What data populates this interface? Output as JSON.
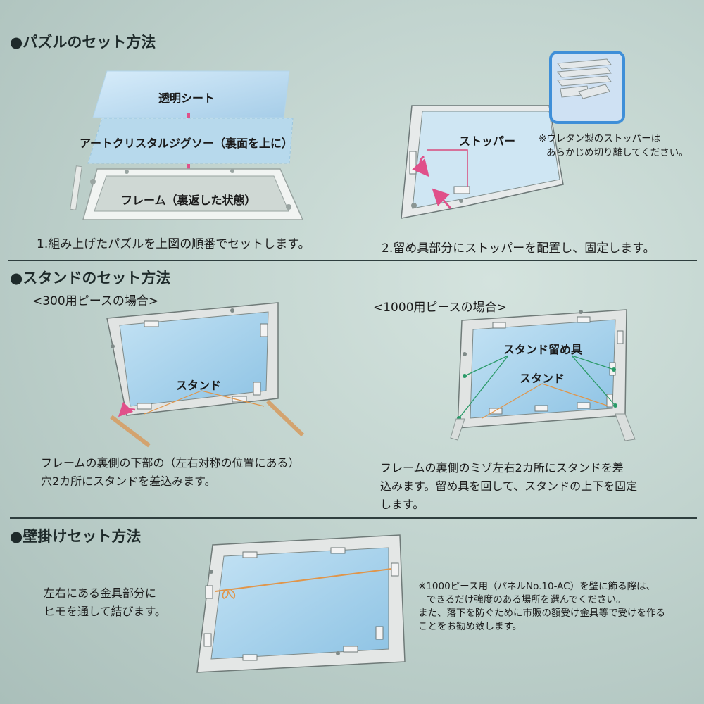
{
  "section1": {
    "title": "●パズルのセット方法",
    "layer_sheet": "透明シート",
    "layer_puzzle": "アートクリスタルジグソー（裏面を上に）",
    "layer_frame": "フレーム（裏返した状態）",
    "step1": "1.組み上げたパズルを上図の順番でセットします。",
    "stopper_label": "ストッパー",
    "stopper_note_1": "※ウレタン製のストッパーは",
    "stopper_note_2": "あらかじめ切り離してください。",
    "step2": "2.留め具部分にストッパーを配置し、固定します。"
  },
  "section2": {
    "title": "●スタンドのセット方法",
    "case300": "<300用ピースの場合>",
    "case1000": "<1000用ピースの場合>",
    "stand_label": "スタンド",
    "clip_label": "スタンド留め具",
    "text300_line1": "フレームの裏側の下部の（左右対称の位置にある）",
    "text300_line2": "穴2カ所にスタンドを差込みます。",
    "text1000_line1": "フレームの裏側のミゾ左右2カ所にスタンドを差",
    "text1000_line2": "込みます。留め具を回して、スタンドの上下を固定",
    "text1000_line3": "します。"
  },
  "section3": {
    "title": "●壁掛けセット方法",
    "text_line1": "左右にある金具部分に",
    "text_line2": "ヒモを通して結びます。",
    "note_line1": "※1000ピース用（パネルNo.10-AC）を壁に飾る際は、",
    "note_line2": "できるだけ強度のある場所を選んでください。",
    "note_line3": "また、落下を防ぐために市販の額受け金具等で受けを作る",
    "note_line4": "ことをお勧め致します。"
  },
  "colors": {
    "arrow_pink": "#e0508a",
    "string_orange": "#e0954a",
    "clip_green": "#2a9a68",
    "frame_grey": "#c4cac7",
    "panel_blue": "#a9d3ec"
  }
}
